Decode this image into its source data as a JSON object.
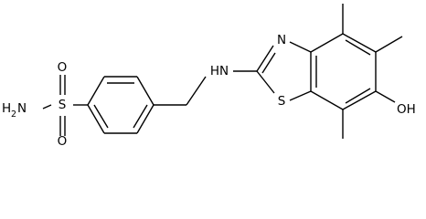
{
  "colors": {
    "bond": "#000000",
    "text": "#000000",
    "background": "#ffffff"
  },
  "atoms": {
    "amine_h": "H",
    "amine_subscript": "2",
    "amine_n": "N",
    "sulfonamide_s": "S",
    "oxygen_top": "O",
    "oxygen_bottom": "O",
    "linker_nh": "HN",
    "thiazole_n": "N",
    "thiazole_s": "S",
    "hydroxyl": "OH"
  }
}
